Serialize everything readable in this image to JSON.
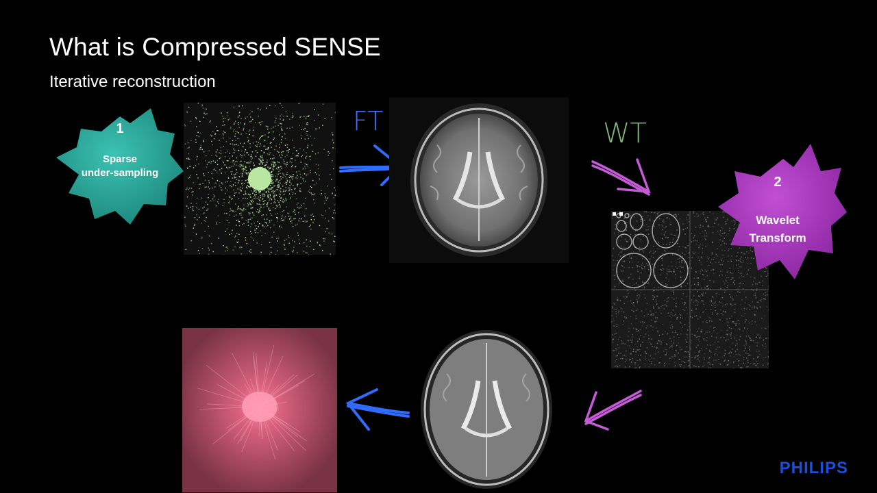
{
  "slide": {
    "title": "What is Compressed SENSE",
    "subtitle": "Iterative reconstruction"
  },
  "gears": [
    {
      "number": "1",
      "label_line1": "Sparse",
      "label_line2": "under-sampling",
      "color": "#2aa79b"
    },
    {
      "number": "2",
      "label_line1": "Wavelet",
      "label_line2": "Transform",
      "color": "#b23ac7"
    }
  ],
  "annotations": {
    "ft": "FT",
    "wt": "WT"
  },
  "colors": {
    "kspace_sampled": "#b9e6a0",
    "kspace_full": "#e86a87",
    "arrow_blue": "#2f6dff",
    "arrow_purple": "#c65bd8",
    "wt_text": "#7db37a"
  },
  "logo": "PHILIPS"
}
